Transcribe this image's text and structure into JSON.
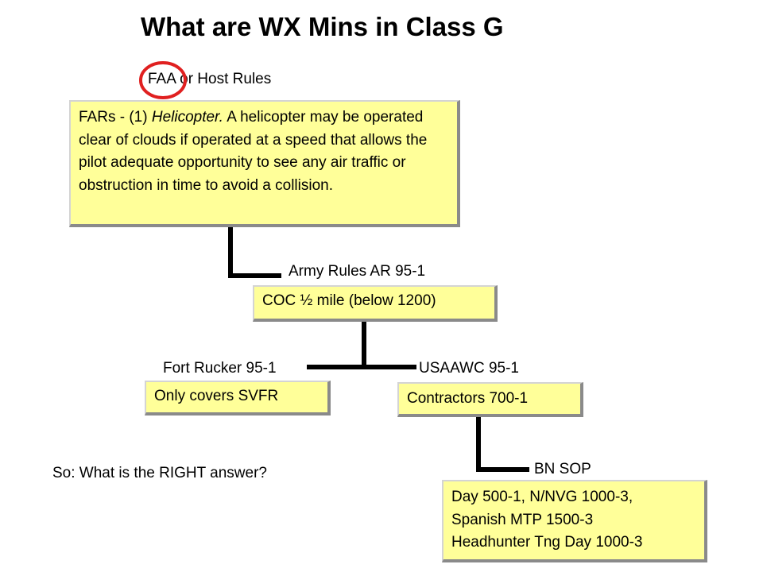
{
  "title": "What are WX Mins in Class G",
  "faa": {
    "label": "FAA or Host Rules",
    "box": {
      "lead": "FARs - (1) ",
      "emph": "Helicopter.",
      "body": " A helicopter may be operated clear of clouds if operated at a speed that allows the pilot adequate opportunity to see any air traffic or obstruction in time to avoid a collision."
    }
  },
  "army": {
    "label": "Army Rules AR 95-1",
    "box": "COC ½ mile (below 1200)"
  },
  "fort_rucker": {
    "label": "Fort Rucker 95-1",
    "box": "Only covers SVFR"
  },
  "usaawc": {
    "label": "USAAWC 95-1",
    "box": "Contractors 700-1"
  },
  "bn_sop": {
    "label": "BN SOP",
    "box_lines": [
      "Day 500-1, N/NVG 1000-3,",
      "Spanish MTP 1500-3",
      "Headhunter Tng Day 1000-3"
    ]
  },
  "question": "So: What is the RIGHT answer?",
  "colors": {
    "box_fill": "#ffff99",
    "highlight_ring": "#e02020"
  }
}
